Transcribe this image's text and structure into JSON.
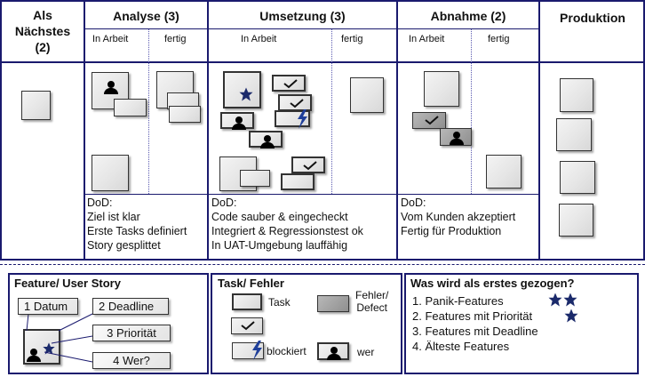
{
  "board": {
    "columns": {
      "next": "Als Nächstes (2)",
      "analyse": "Analyse (3)",
      "umsetzung": "Umsetzung (3)",
      "abnahme": "Abnahme (2)",
      "produktion": "Produktion"
    },
    "sub": {
      "analyse_work": "In Arbeit",
      "analyse_done": "fertig",
      "umsetzung_work": "In Arbeit",
      "umsetzung_done": "fertig",
      "abnahme_work": "In Arbeit",
      "abnahme_done": "fertig"
    },
    "dod": {
      "analyse": [
        "DoD:",
        "Ziel ist klar",
        "Erste Tasks definiert",
        "Story gesplittet"
      ],
      "umsetzung": [
        "DoD:",
        "Code sauber & eingecheckt",
        "Integriert & Regressionstest ok",
        "In UAT-Umgebung lauffähig"
      ],
      "abnahme": [
        "DoD:",
        "Vom Kunden akzeptiert",
        "Fertig für Produktion"
      ]
    }
  },
  "legend": {
    "feature": {
      "title": "Feature/ User Story",
      "labels": [
        "1 Datum",
        "2 Deadline",
        "3 Priorität",
        "4 Wer?"
      ]
    },
    "task": {
      "title": "Task/ Fehler",
      "task_label": "Task",
      "defect_label": "Fehler/\nDefect",
      "blocked_label": "blockiert",
      "who_label": "wer"
    },
    "pull": {
      "title": "Was wird als erstes gezogen?",
      "items": [
        "1.  Panik-Features",
        "2.  Features mit Priorität",
        "3.  Features mit Deadline",
        "4.  Älteste Features"
      ]
    }
  },
  "icons": [
    "star-icon",
    "checkmark-icon",
    "lightning-icon",
    "person-icon"
  ],
  "colors": {
    "frame": "#1a1a6e",
    "star": "#1b2a6b",
    "lightning": "#1f3f9a"
  }
}
